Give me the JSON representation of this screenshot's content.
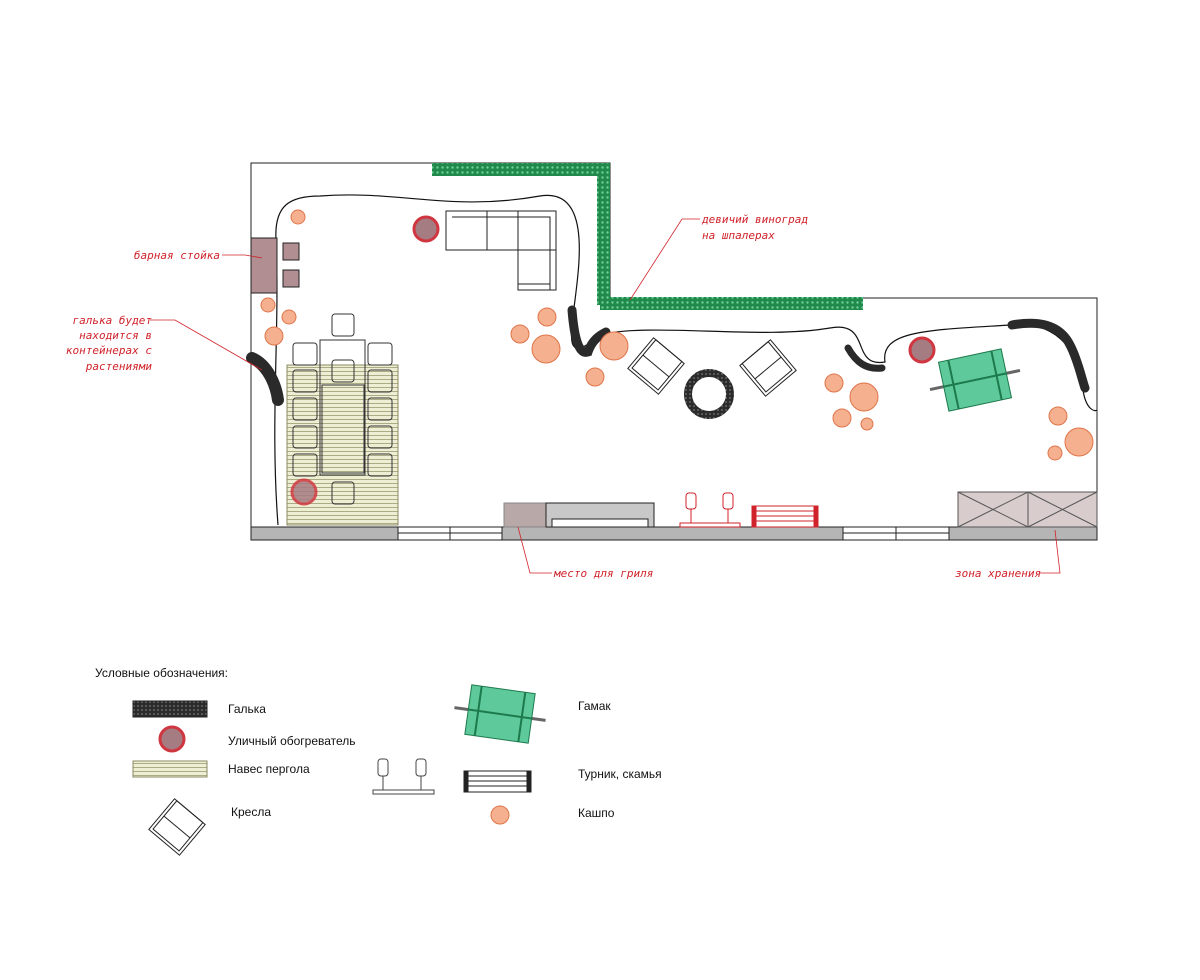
{
  "labels": {
    "bar_counter": "барная стойка",
    "pebbles_note": [
      "галька будет",
      "находится в",
      "контейнерах с",
      "растениями"
    ],
    "vine_note": [
      "девичий виноград",
      "на шпалерах"
    ],
    "grill_place": "место для гриля",
    "storage_zone": "зона хранения"
  },
  "legend": {
    "title": "Условные обозначения:",
    "items": {
      "pebbles": "Галька",
      "heater": "Уличный обогреватель",
      "pergola": "Навес   пергола",
      "armchairs": "Кресла",
      "hammock": "Гамак",
      "bar_bench": "Турник, скамья",
      "planter": "Кашпо"
    }
  },
  "colors": {
    "label": "#d0222a",
    "hedge": "#1f8a4c",
    "planter": "#f4b08f",
    "heater": "#a67c83",
    "hammock": "#5ec99b",
    "pergola": "#eeeed5",
    "wall": "#b5b5b5"
  }
}
